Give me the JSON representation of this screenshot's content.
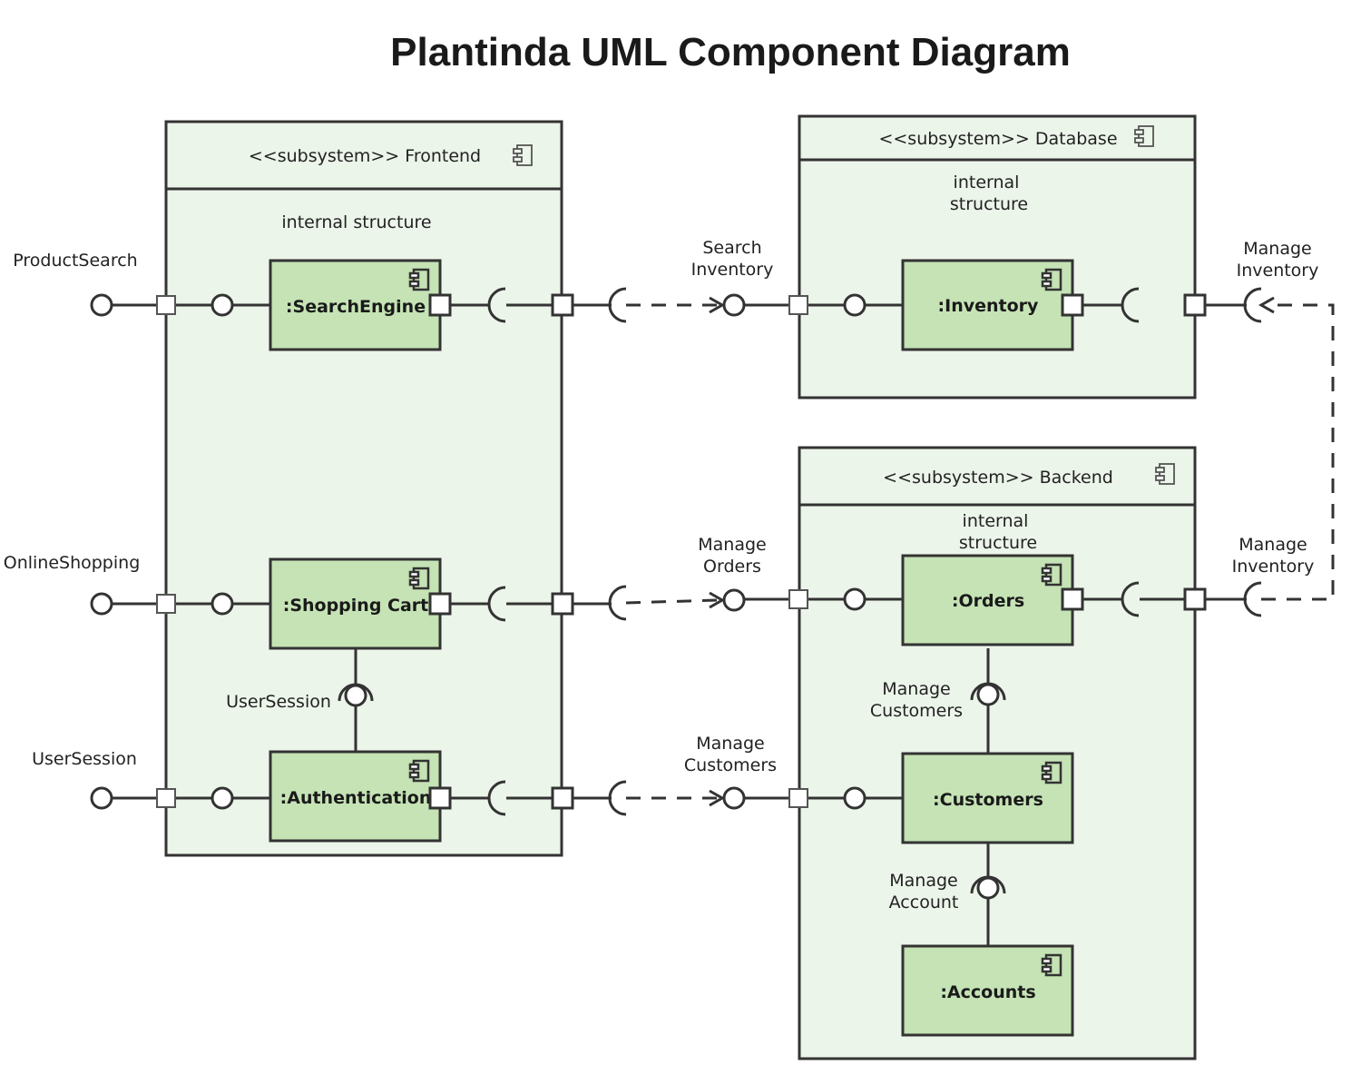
{
  "title": "Plantinda UML Component Diagram",
  "colors": {
    "subsystem_fill": "#ecf5ea",
    "component_fill": "#c5e3b5",
    "stroke": "#333333"
  },
  "subsystems": {
    "frontend": {
      "header": "<<subsystem>> Frontend",
      "internal": "internal structure"
    },
    "database": {
      "header": "<<subsystem>> Database",
      "internal_l1": "internal",
      "internal_l2": "structure"
    },
    "backend": {
      "header": "<<subsystem>> Backend",
      "internal_l1": "internal",
      "internal_l2": "structure"
    }
  },
  "components": {
    "search_engine": ":SearchEngine",
    "shopping_cart": ":Shopping Cart",
    "authentication": ":Authentication",
    "inventory": ":Inventory",
    "orders": ":Orders",
    "customers": ":Customers",
    "accounts": ":Accounts"
  },
  "interfaces": {
    "product_search": "ProductSearch",
    "online_shopping": "OnlineShopping",
    "user_session_ext": "UserSession",
    "user_session_int": "UserSession",
    "search_inventory_l1": "Search",
    "search_inventory_l2": "Inventory",
    "manage_orders_l1": "Manage",
    "manage_orders_l2": "Orders",
    "manage_customers_ext_l1": "Manage",
    "manage_customers_ext_l2": "Customers",
    "manage_inventory_db_l1": "Manage",
    "manage_inventory_db_l2": "Inventory",
    "manage_inventory_be_l1": "Manage",
    "manage_inventory_be_l2": "Inventory",
    "manage_customers_int_l1": "Manage",
    "manage_customers_int_l2": "Customers",
    "manage_account_l1": "Manage",
    "manage_account_l2": "Account"
  },
  "icons": {
    "component": "component-icon"
  }
}
